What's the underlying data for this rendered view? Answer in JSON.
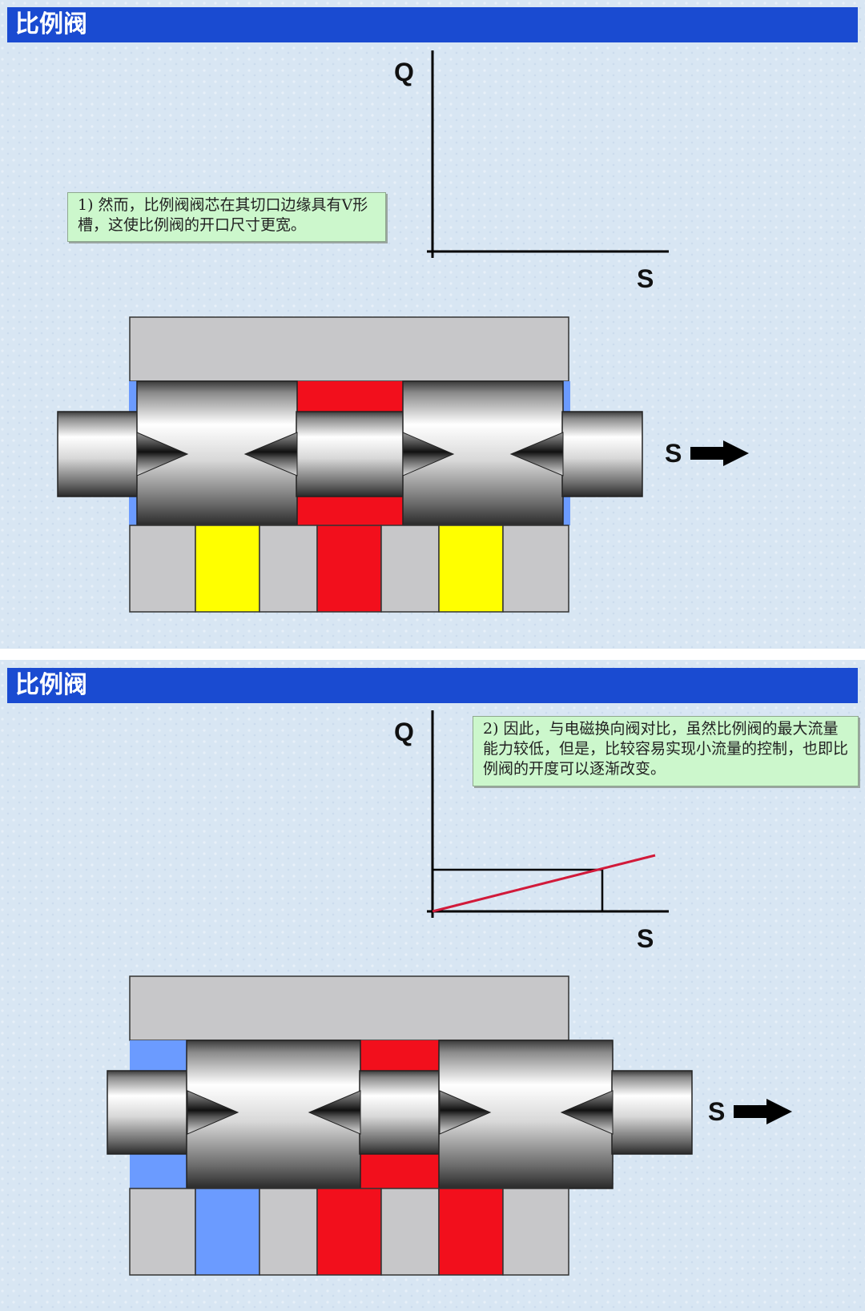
{
  "slides": [
    {
      "title": "比例阀",
      "note": "1) 然而，比例阀阀芯在其切口边缘具有V形槽，这使比例阀的开口尺寸更宽。",
      "axis": {
        "y": "Q",
        "x": "S"
      },
      "spool_label": "S"
    },
    {
      "title": "比例阀",
      "note": "2) 因此，与电磁换向阀对比，虽然比例阀的最大流量能力较低，但是，比较容易实现小流量的控制，也即比例阀的开度可以逐渐改变。",
      "axis": {
        "y": "Q",
        "x": "S"
      },
      "spool_label": "S"
    }
  ],
  "colors": {
    "title_bar": "#1a4bd1",
    "body": "#c7c7c9",
    "pressure": "#f20f1c",
    "tank": "#6b9bff",
    "yellow": "#ffff00",
    "flow_line": "#d11a3a"
  }
}
